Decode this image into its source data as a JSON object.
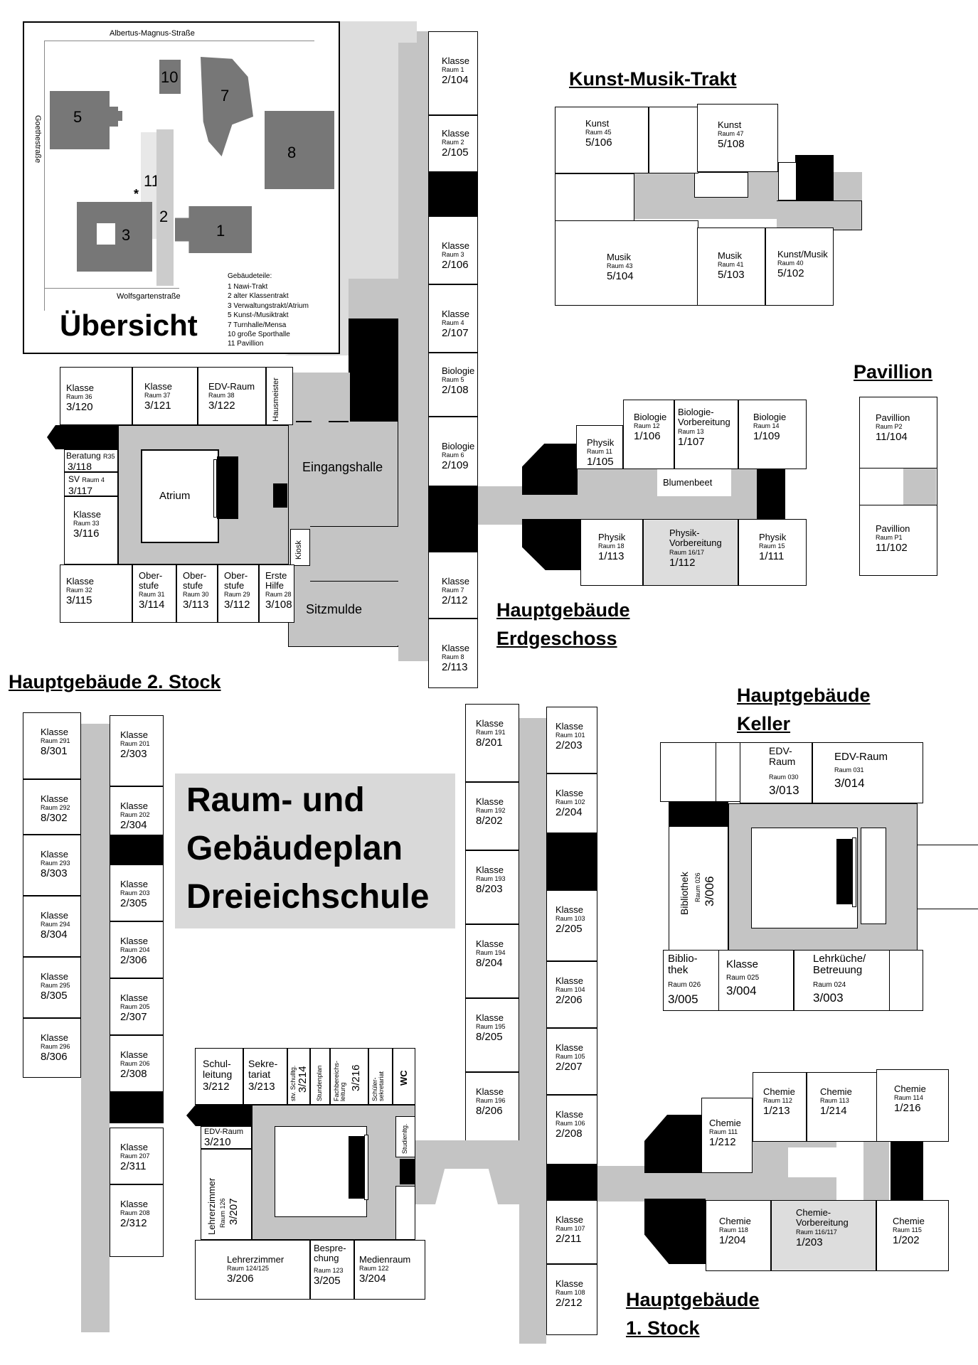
{
  "overview": {
    "title": "Übersicht",
    "streets": {
      "north": "Albertus-Magnus-Straße",
      "west": "Goethestraße",
      "south": "Wolfsgartenstraße"
    },
    "buildings": [
      "1",
      "2",
      "3",
      "5",
      "7",
      "8",
      "10",
      "11"
    ],
    "marker": "*",
    "legend_title": "Gebäudeteile:",
    "legend": [
      "1 Nawi-Trakt",
      "2 alter Klassentrakt",
      "3 Verwaltungstrakt/Atrium",
      "5 Kunst-/Musiktrakt",
      "7 Turnhalle/Mensa",
      "10 große Sporthalle",
      "11 Pavillion"
    ]
  },
  "headings": {
    "kunst": "Kunst-Musik-Trakt",
    "pavillion": "Pavillion",
    "eg": [
      "Hauptgebäude",
      "Erdgeschoss"
    ],
    "stock2": "Hauptgebäude 2. Stock",
    "keller": [
      "Hauptgebäude",
      "Keller"
    ],
    "stock1": [
      "Hauptgebäude",
      "1. Stock"
    ]
  },
  "main_title": [
    "Raum- und",
    "Gebäudeplan",
    "Dreieichschule"
  ],
  "eg": {
    "corridor_rooms": [
      {
        "name": "Klasse",
        "raum": "Raum 1",
        "num": "2/104"
      },
      {
        "name": "Klasse",
        "raum": "Raum 2",
        "num": "2/105"
      },
      {
        "name": "Klasse",
        "raum": "Raum 3",
        "num": "2/106"
      },
      {
        "name": "Klasse",
        "raum": "Raum 4",
        "num": "2/107"
      },
      {
        "name": "Biologie",
        "raum": "Raum 5",
        "num": "2/108"
      },
      {
        "name": "Biologie",
        "raum": "Raum 6",
        "num": "2/109"
      },
      {
        "name": "Klasse",
        "raum": "Raum 7",
        "num": "2/112"
      },
      {
        "name": "Klasse",
        "raum": "Raum 8",
        "num": "2/113"
      }
    ],
    "top_rooms": [
      {
        "name": "Klasse",
        "raum": "Raum 36",
        "num": "3/120"
      },
      {
        "name": "Klasse",
        "raum": "Raum 37",
        "num": "3/121"
      },
      {
        "name": "EDV-Raum",
        "raum": "Raum 38",
        "num": "3/122"
      }
    ],
    "hausmeister": "Hausmeister",
    "beratung": {
      "name": "Beratung",
      "raum": "R35",
      "num": "3/118"
    },
    "sv": {
      "name": "SV",
      "raum": "Raum 4",
      "num": "3/117"
    },
    "k33": {
      "name": "Klasse",
      "raum": "Raum 33",
      "num": "3/116"
    },
    "atrium": "Atrium",
    "eingangshalle": "Eingangshalle",
    "kiosk": "Kiosk",
    "sitzmulde": "Sitzmulde",
    "bottom_rooms": [
      {
        "name": "Klasse",
        "raum": "Raum 32",
        "num": "3/115"
      },
      {
        "name": "Ober-\nstufe",
        "raum": "Raum 31",
        "num": "3/114"
      },
      {
        "name": "Ober-\nstufe",
        "raum": "Raum 30",
        "num": "3/113"
      },
      {
        "name": "Ober-\nstufe",
        "raum": "Raum 29",
        "num": "3/112"
      },
      {
        "name": "Erste\nHilfe",
        "raum": "Raum 28",
        "num": "3/108"
      }
    ],
    "nawi_top": [
      {
        "name": "Physik",
        "raum": "Raum 11",
        "num": "1/105"
      },
      {
        "name": "Biologie",
        "raum": "Raum 12",
        "num": "1/106"
      },
      {
        "name": "Biologie-\nVorbereitung",
        "raum": "Raum 13",
        "num": "1/107"
      },
      {
        "name": "Biologie",
        "raum": "Raum 14",
        "num": "1/109"
      }
    ],
    "blumenbeet": "Blumenbeet",
    "nawi_bottom": [
      {
        "name": "Physik",
        "raum": "Raum 18",
        "num": "1/113"
      },
      {
        "name": "Physik-\nVorbereitung",
        "raum": "Raum 16/17",
        "num": "1/112"
      },
      {
        "name": "Physik",
        "raum": "Raum 15",
        "num": "1/111"
      }
    ]
  },
  "kunst": {
    "rooms": [
      {
        "name": "Kunst",
        "raum": "Raum 45",
        "num": "5/106"
      },
      {
        "name": "Kunst",
        "raum": "Raum 47",
        "num": "5/108"
      },
      {
        "name": "Musik",
        "raum": "Raum 43",
        "num": "5/104"
      },
      {
        "name": "Musik",
        "raum": "Raum 41",
        "num": "5/103"
      },
      {
        "name": "Kunst/Musik",
        "raum": "Raum 40",
        "num": "5/102"
      }
    ]
  },
  "pavillion": {
    "rooms": [
      {
        "name": "Pavillion",
        "raum": "Raum P2",
        "num": "11/104"
      },
      {
        "name": "Pavillion",
        "raum": "Raum P1",
        "num": "11/102"
      }
    ]
  },
  "stock2": {
    "left": [
      {
        "name": "Klasse",
        "raum": "Raum 291",
        "num": "8/301"
      },
      {
        "name": "Klasse",
        "raum": "Raum 292",
        "num": "8/302"
      },
      {
        "name": "Klasse",
        "raum": "Raum 293",
        "num": "8/303"
      },
      {
        "name": "Klasse",
        "raum": "Raum 294",
        "num": "8/304"
      },
      {
        "name": "Klasse",
        "raum": "Raum 295",
        "num": "8/305"
      },
      {
        "name": "Klasse",
        "raum": "Raum 296",
        "num": "8/306"
      }
    ],
    "right": [
      {
        "name": "Klasse",
        "raum": "Raum 201",
        "num": "2/303"
      },
      {
        "name": "Klasse",
        "raum": "Raum 202",
        "num": "2/304"
      },
      {
        "name": "Klasse",
        "raum": "Raum 203",
        "num": "2/305"
      },
      {
        "name": "Klasse",
        "raum": "Raum 204",
        "num": "2/306"
      },
      {
        "name": "Klasse",
        "raum": "Raum 205",
        "num": "2/307"
      },
      {
        "name": "Klasse",
        "raum": "Raum 206",
        "num": "2/308"
      },
      {
        "name": "Klasse",
        "raum": "Raum 207",
        "num": "2/311"
      },
      {
        "name": "Klasse",
        "raum": "Raum 208",
        "num": "2/312"
      }
    ]
  },
  "stock1": {
    "col8": [
      {
        "name": "Klasse",
        "raum": "Raum 191",
        "num": "8/201"
      },
      {
        "name": "Klasse",
        "raum": "Raum 192",
        "num": "8/202"
      },
      {
        "name": "Klasse",
        "raum": "Raum 193",
        "num": "8/203"
      },
      {
        "name": "Klasse",
        "raum": "Raum 194",
        "num": "8/204"
      },
      {
        "name": "Klasse",
        "raum": "Raum 195",
        "num": "8/205"
      },
      {
        "name": "Klasse",
        "raum": "Raum 196",
        "num": "8/206"
      }
    ],
    "col2": [
      {
        "name": "Klasse",
        "raum": "Raum 101",
        "num": "2/203"
      },
      {
        "name": "Klasse",
        "raum": "Raum 102",
        "num": "2/204"
      },
      {
        "name": "Klasse",
        "raum": "Raum 103",
        "num": "2/205"
      },
      {
        "name": "Klasse",
        "raum": "Raum 104",
        "num": "2/206"
      },
      {
        "name": "Klasse",
        "raum": "Raum 105",
        "num": "2/207"
      },
      {
        "name": "Klasse",
        "raum": "Raum 106",
        "num": "2/208"
      },
      {
        "name": "Klasse",
        "raum": "Raum 107",
        "num": "2/211"
      },
      {
        "name": "Klasse",
        "raum": "Raum 108",
        "num": "2/212"
      }
    ],
    "verw_top": [
      {
        "name": "Schul-\nleitung",
        "num": "3/212"
      },
      {
        "name": "Sekre-\ntariat",
        "num": "3/213"
      }
    ],
    "verw_vert": [
      {
        "text": "stv. Schulltg.",
        "num": "3/214"
      },
      {
        "text": "Stundenplan"
      },
      {
        "text": "Fachbereichs-\nleitung",
        "num": "3/216"
      },
      {
        "text": "Schüler-\nsekretariat"
      }
    ],
    "wc": "WC",
    "edv": {
      "name": "EDV-Raum",
      "num": "3/210"
    },
    "studienltg": "Studienltg.",
    "lehrerzimmer_v": {
      "name": "Lehrerzimmer",
      "raum": "Raum 126",
      "num": "3/207"
    },
    "bottom": [
      {
        "name": "Lehrerzimmer",
        "raum": "Raum 124/125",
        "num": "3/206"
      },
      {
        "name": "Bespre-\nchung",
        "raum": "Raum 123",
        "num": "3/205"
      },
      {
        "name": "Medienraum",
        "raum": "Raum 122",
        "num": "3/204"
      }
    ],
    "chemie_top": [
      {
        "name": "Chemie",
        "raum": "Raum 111",
        "num": "1/212"
      },
      {
        "name": "Chemie",
        "raum": "Raum 112",
        "num": "1/213"
      },
      {
        "name": "Chemie",
        "raum": "Raum 113",
        "num": "1/214"
      },
      {
        "name": "Chemie",
        "raum": "Raum 114",
        "num": "1/216"
      }
    ],
    "chemie_bottom": [
      {
        "name": "Chemie",
        "raum": "Raum 118",
        "num": "1/204"
      },
      {
        "name": "Chemie-\nVorbereitung",
        "raum": "Raum 116/117",
        "num": "1/203"
      },
      {
        "name": "Chemie",
        "raum": "Raum 115",
        "num": "1/202"
      }
    ]
  },
  "keller": {
    "edv1": {
      "name": "EDV-\nRaum",
      "raum": "Raum 030",
      "num": "3/013"
    },
    "edv2": {
      "name": "EDV-Raum",
      "raum": "Raum 031",
      "num": "3/014"
    },
    "bibliothek_v": {
      "name": "Bibliothek",
      "raum": "Raum 026",
      "num": "3/006"
    },
    "bottom": [
      {
        "name": "Biblio-\nthek",
        "raum": "Raum 026",
        "num": "3/005"
      },
      {
        "name": "Klasse",
        "raum": "Raum 025",
        "num": "3/004"
      },
      {
        "name": "Lehrküche/\nBetreuung",
        "raum": "Raum 024",
        "num": "3/003"
      }
    ]
  }
}
